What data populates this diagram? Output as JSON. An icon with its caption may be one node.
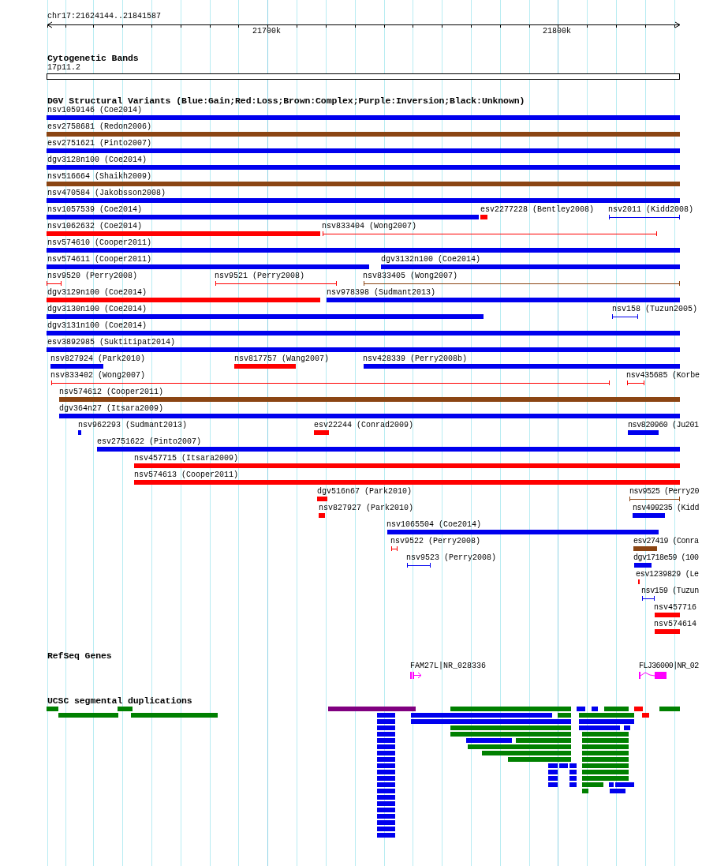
{
  "diagram": {
    "labels": [
      "chr17:21624144..21841587",
      "21700k",
      "21800k",
      "Cytogenetic Bands",
      "17p11.2",
      "DGV Structural Variants (Blue:Gain;Red:Loss;Brown:Complex;Purple:Inversion;Black:Unknown)",
      "nsv1059146 (Coe2014)",
      "esv2758681 (Redon2006)",
      "esv2751621 (Pinto2007)",
      "dgv3128n100 (Coe2014)",
      "nsv516664 (Shaikh2009)",
      "nsv470584 (Jakobsson2008)",
      "nsv1057539 (Coe2014)",
      "esv2277228 (Bentley2008)",
      "nsv2011 (Kidd2008)",
      "nsv1062632 (Coe2014)",
      "nsv833404 (Wong2007)",
      "nsv574610 (Cooper2011)",
      "nsv574611 (Cooper2011)",
      "dgv3132n100 (Coe2014)",
      "nsv9520 (Perry2008)",
      "nsv9521 (Perry2008)",
      "nsv833405 (Wong2007)",
      "dgv3129n100 (Coe2014)",
      "nsv978398 (Sudmant2013)",
      "dgv3130n100 (Coe2014)",
      "nsv158 (Tuzun2005)",
      "dgv3131n100 (Coe2014)",
      "esv3892985 (Suktitipat2014)",
      "nsv827924 (Park2010)",
      "nsv817757 (Wang2007)",
      "nsv428339 (Perry2008b)",
      "nsv833402 (Wong2007)",
      "nsv435685 (Korbe",
      "nsv574612 (Cooper2011)",
      "dgv364n27 (Itsara2009)",
      "nsv962293 (Sudmant2013)",
      "esv22244 (Conrad2009)",
      "nsv820960 (Ju201",
      "esv2751622 (Pinto2007)",
      "nsv457715 (Itsara2009)",
      "nsv574613 (Cooper2011)",
      "dgv516n67 (Park2010)",
      "nsv9525 (Perry20",
      "nsv827927 (Park2010)",
      "nsv499235 (Kidd",
      "nsv1065504 (Coe2014)",
      "nsv9522 (Perry2008)",
      "esv27419 (Conra",
      "nsv9523 (Perry2008)",
      "dgv1718e59 (100",
      "esv1239829 (Le",
      "nsv159 (Tuzun",
      "nsv457716",
      "nsv574614",
      "RefSeq Genes",
      "FAM27L|NR_028336",
      "FLJ36000|NR_02",
      "UCSC segmental duplications"
    ]
  }
}
